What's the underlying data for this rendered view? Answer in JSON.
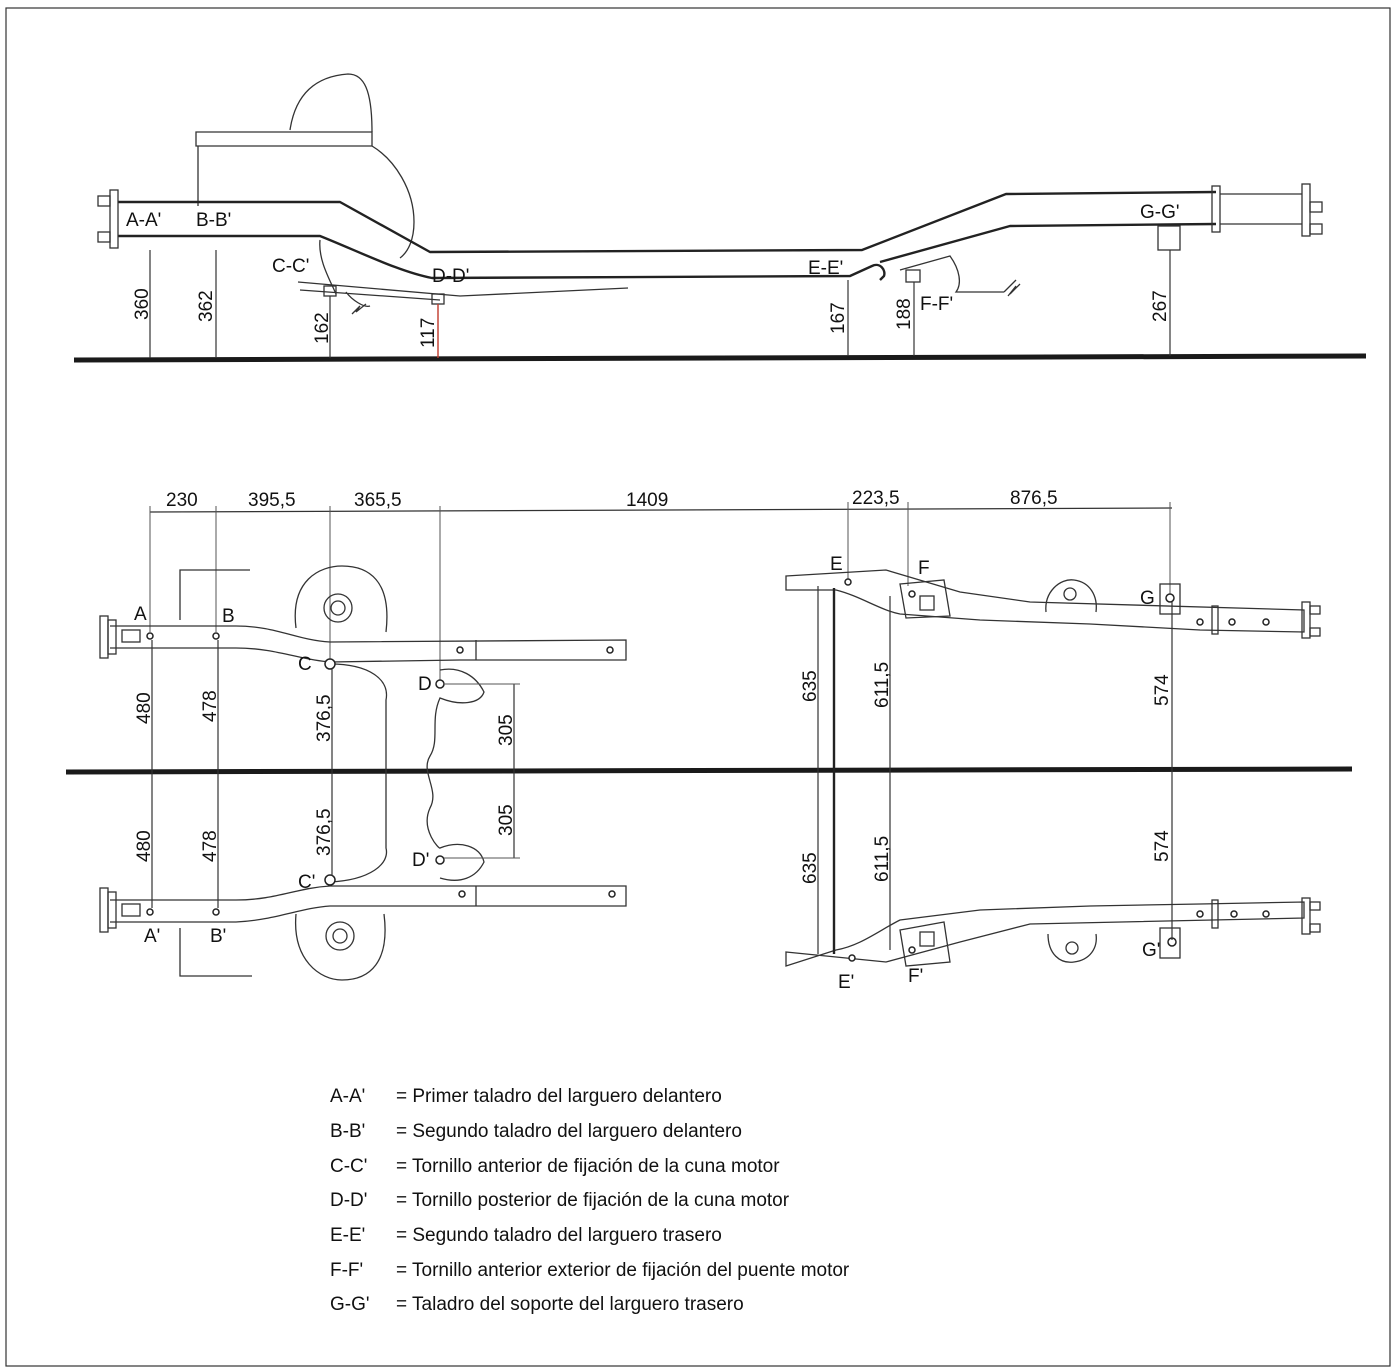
{
  "side_view": {
    "point_labels": [
      "A-A'",
      "B-B'",
      "C-C'",
      "D-D'",
      "E-E'",
      "F-F'",
      "G-G'"
    ],
    "heights": [
      "360",
      "362",
      "162",
      "117",
      "167",
      "188",
      "267"
    ]
  },
  "top_view": {
    "spacing_dimensions": [
      "230",
      "395,5",
      "365,5",
      "1409",
      "223,5",
      "876,5"
    ],
    "half_widths_upper": [
      "480",
      "478",
      "376,5",
      "305",
      "635",
      "611,5",
      "574"
    ],
    "half_widths_lower": [
      "480",
      "478",
      "376,5",
      "305",
      "635",
      "611,5",
      "574"
    ],
    "point_labels_upper": [
      "A",
      "B",
      "C",
      "D",
      "E",
      "F",
      "G"
    ],
    "point_labels_lower": [
      "A'",
      "B'",
      "C'",
      "D'",
      "E'",
      "F'",
      "G'"
    ]
  },
  "legend": [
    {
      "code": "A-A'",
      "text": "= Primer taladro del larguero delantero"
    },
    {
      "code": "B-B'",
      "text": "= Segundo taladro del larguero delantero"
    },
    {
      "code": "C-C'",
      "text": "= Tornillo anterior de fijación de la cuna motor"
    },
    {
      "code": "D-D'",
      "text": "= Tornillo posterior de fijación de la cuna motor"
    },
    {
      "code": "E-E'",
      "text": "= Segundo taladro del larguero trasero"
    },
    {
      "code": "F-F'",
      "text": "= Tornillo anterior exterior de fijación del puente motor"
    },
    {
      "code": "G-G'",
      "text": "= Taladro del soporte del larguero trasero"
    }
  ]
}
